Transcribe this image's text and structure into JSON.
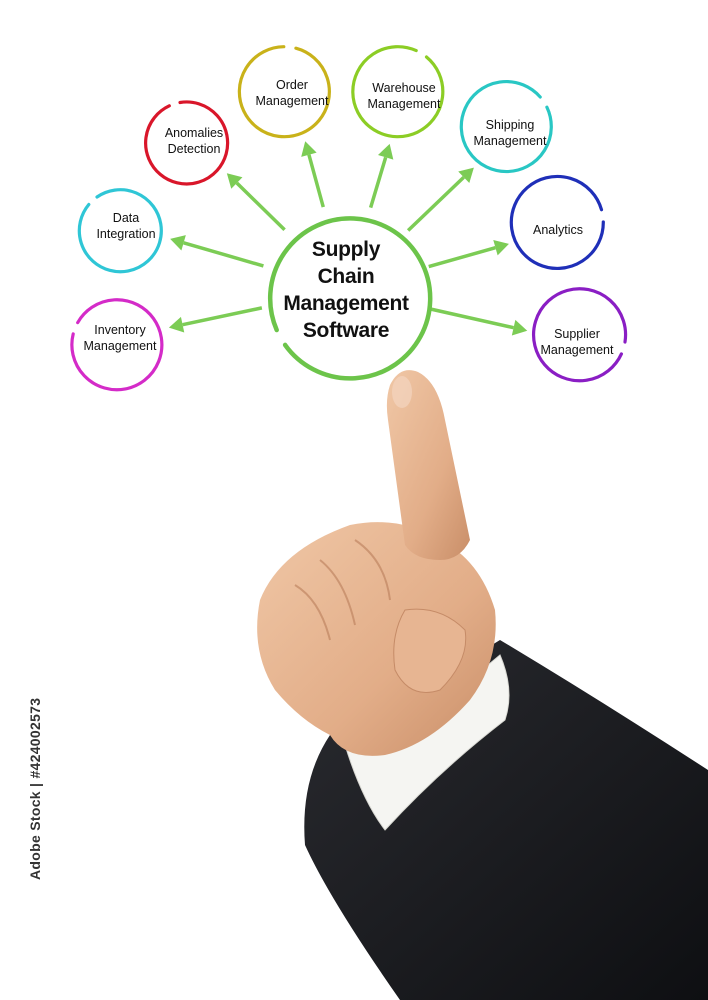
{
  "diagram": {
    "center": {
      "label": "Supply\nChain\nManagement\nSoftware",
      "color": "#6cc44a"
    },
    "arrow_color": "#7ccc55",
    "nodes": [
      {
        "id": "inventory",
        "label": "Inventory\nManagement",
        "color": "#d42bc8"
      },
      {
        "id": "data",
        "label": "Data\nIntegration",
        "color": "#2fc6d6"
      },
      {
        "id": "anomalies",
        "label": "Anomalies\nDetection",
        "color": "#d9162a"
      },
      {
        "id": "order",
        "label": "Order\nManagement",
        "color": "#c9b21a"
      },
      {
        "id": "warehouse",
        "label": "Warehouse\nManagement",
        "color": "#8ccd25"
      },
      {
        "id": "shipping",
        "label": "Shipping\nManagement",
        "color": "#29c7c4"
      },
      {
        "id": "analytics",
        "label": "Analytics",
        "color": "#1f2fb8"
      },
      {
        "id": "supplier",
        "label": "Supplier\nManagement",
        "color": "#8a1ec4"
      }
    ]
  },
  "watermark": {
    "text": "Adobe Stock | #424002573"
  }
}
